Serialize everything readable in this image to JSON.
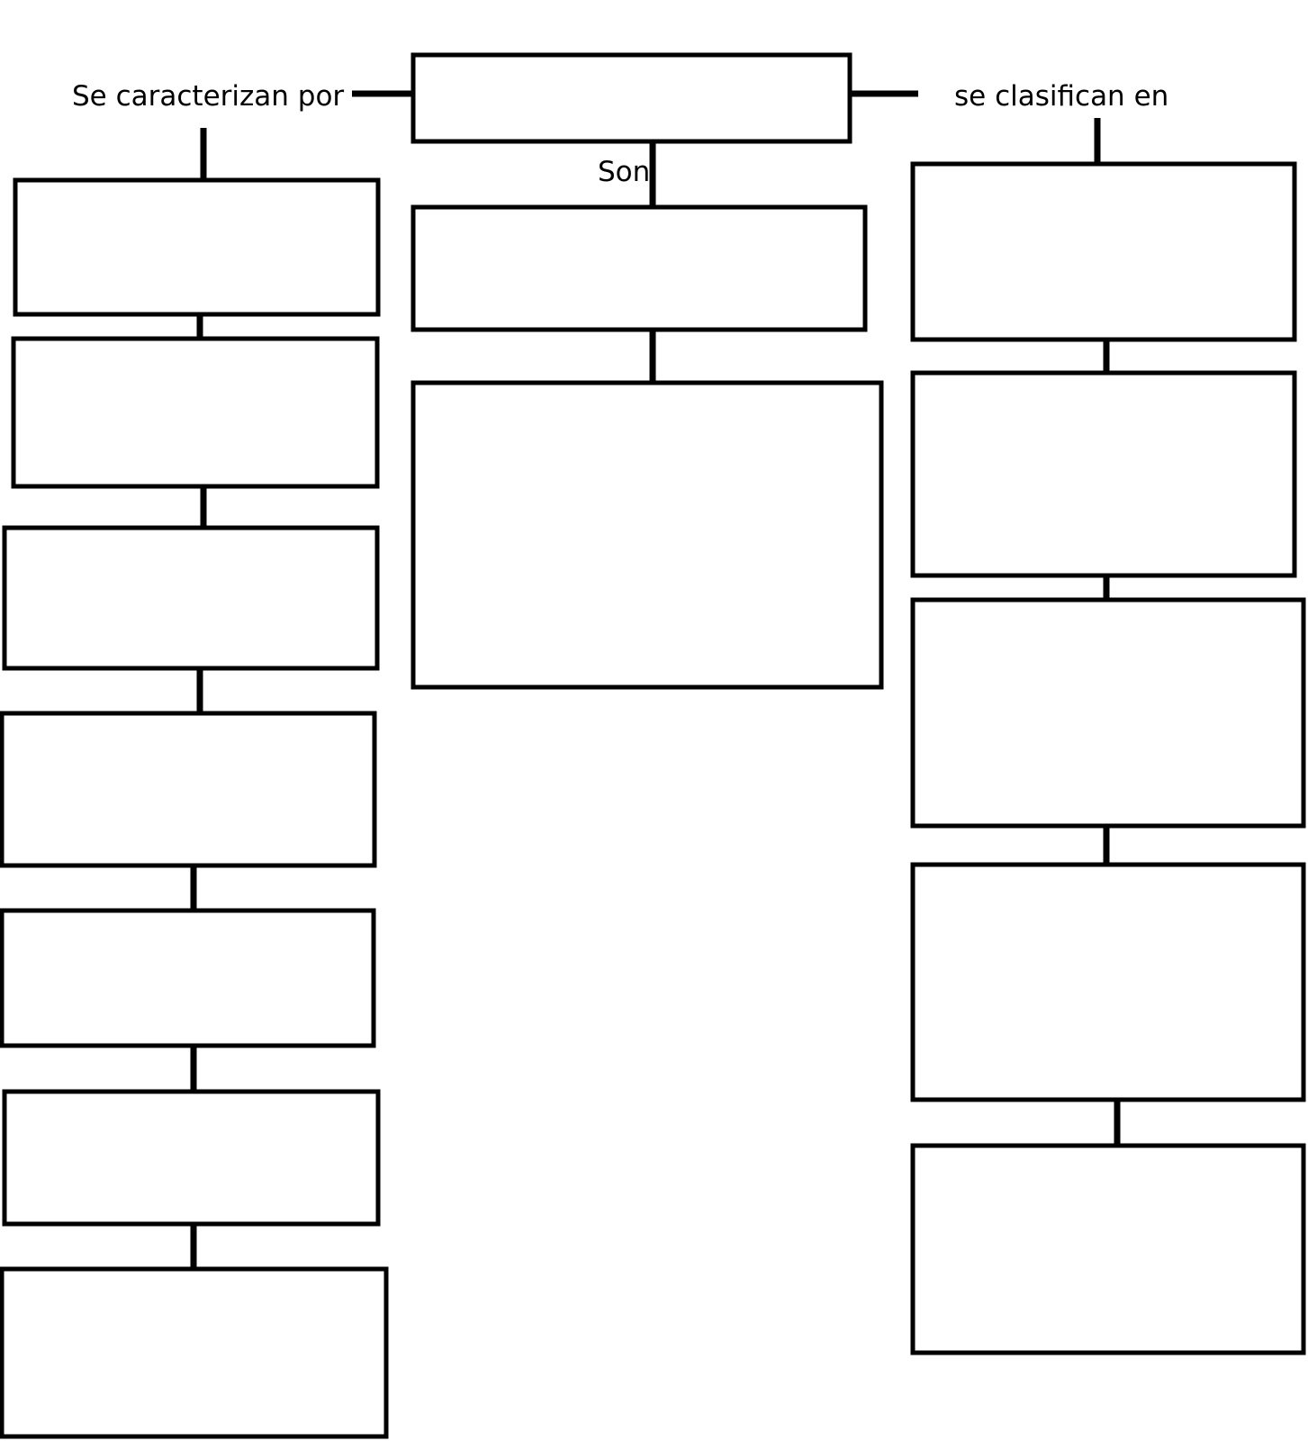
{
  "labels": {
    "left_branch": "Se caracterizan por",
    "center_branch": "Son",
    "right_branch": "se clasifican en"
  },
  "boxes": {
    "root": "",
    "left": [
      "",
      "",
      "",
      "",
      "",
      "",
      ""
    ],
    "center": [
      "",
      ""
    ],
    "right": [
      "",
      "",
      "",
      "",
      ""
    ]
  },
  "colors": {
    "line": "#000000",
    "box_fill": "#ffffff",
    "background": "#ffffff"
  }
}
